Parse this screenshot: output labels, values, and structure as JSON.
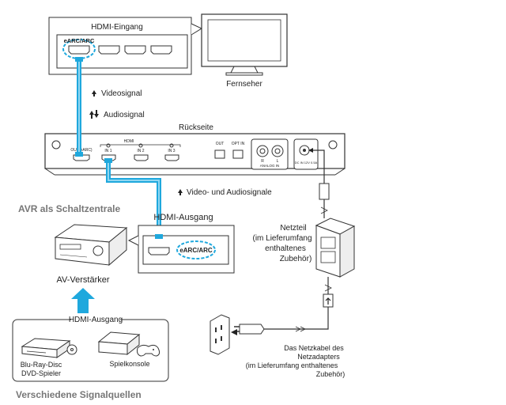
{
  "hdmi_input_label": "HDMI-Eingang",
  "earc_label": "eARC/ARC",
  "tv_label": "Fernseher",
  "video_signal_label": "Videosignal",
  "audio_signal_label": "Audiosignal",
  "rear_label": "Rückseite",
  "rear_panel": {
    "out_label": "OUT(eARC)",
    "hdmi_label": "HDMI",
    "in1_label": "IN 1",
    "in2_label": "IN 2",
    "in3_label": "IN 3",
    "opt_out_label": "OUT",
    "opt_in_label": "OPT IN",
    "analog_r": "R",
    "analog_l": "L",
    "analog_in_label": "ANALOG IN",
    "dc_in_label": "DC IN 12V 0.5A"
  },
  "video_audio_label": "Video- und Audiosignale",
  "avr_hub_label": "AVR als Schaltzentrale",
  "hdmi_output_label": "HDMI-Ausgang",
  "earc_label_2": "eARC/ARC",
  "av_receiver_label": "AV-Verstärker",
  "sources_hdmi_output_label": "HDMI-Ausgang",
  "bluray_label_1": "Blu-Ray-Disc",
  "bluray_label_2": "DVD-Spieler",
  "console_label": "Spielkonsole",
  "sources_label": "Verschiedene Signalquellen",
  "power_adapter_lines": [
    "Netzteil",
    "(im Lieferumfang",
    "enthaltenes",
    "Zubehör)"
  ],
  "cable_lines": [
    "Das Netzkabel des",
    "Netzadapters",
    "(im Lieferumfang enthaltenes",
    "Zubehör)"
  ],
  "colors": {
    "cable": "#1fa8dd",
    "arrow_blue": "#1fa8dd",
    "line": "#333333",
    "gray_text": "#777777"
  }
}
